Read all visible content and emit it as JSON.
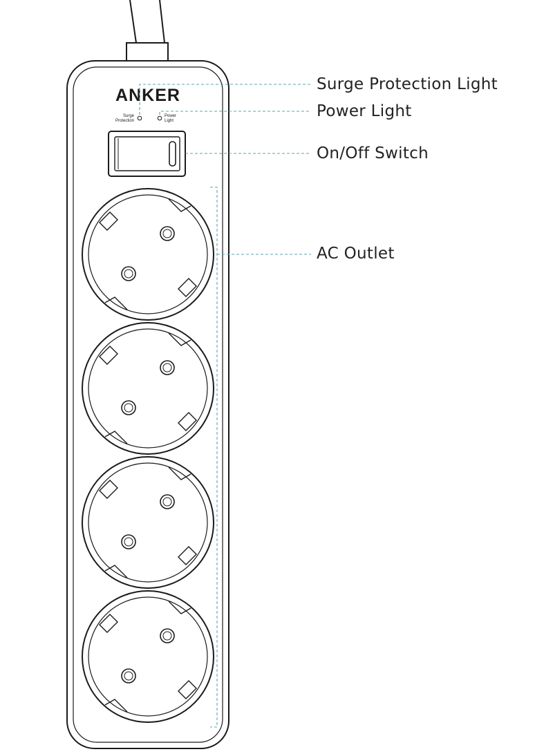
{
  "brand": {
    "logo_text": "ANKER"
  },
  "indicators": {
    "surge_line1": "Surge",
    "surge_line2": "Protection",
    "power_line1": "Power",
    "power_line2": "Light"
  },
  "callouts": {
    "surge_protection_light": "Surge Protection Light",
    "power_light": "Power Light",
    "on_off_switch": "On/Off Switch",
    "ac_outlet": "AC Outlet"
  },
  "colors": {
    "outline": "#1a1a1a",
    "leader_line": "#5aa3b0",
    "text": "#222222"
  },
  "outlet_count": 4
}
